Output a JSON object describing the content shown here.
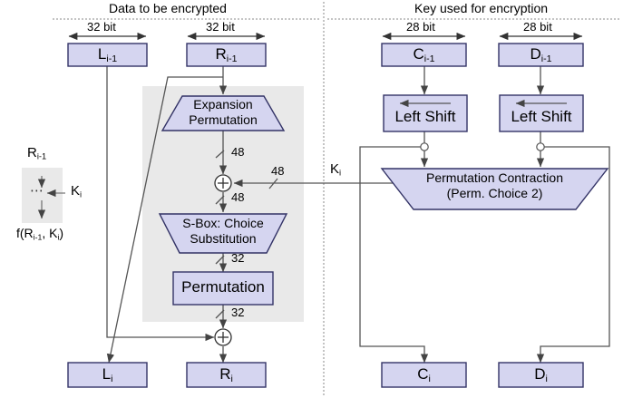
{
  "diagram": {
    "title": "DES single round (Feistel structure with key schedule)",
    "colors": {
      "box_fill": "#d5d5f0",
      "box_stroke": "#333366",
      "panel_fill": "#e9e9e9",
      "line": "#555555",
      "divider": "#777777",
      "text": "#000000"
    },
    "headers": {
      "left": "Data to be encrypted",
      "right": "Key used for encryption"
    },
    "width_labels": {
      "left_data": "32 bit",
      "right_data": "32 bit",
      "left_key": "28 bit",
      "right_key": "28 bit"
    },
    "registers_in": [
      {
        "name": "L-prev",
        "base": "L",
        "sub": "i-1"
      },
      {
        "name": "R-prev",
        "base": "R",
        "sub": "i-1"
      },
      {
        "name": "C-prev",
        "base": "C",
        "sub": "i-1"
      },
      {
        "name": "D-prev",
        "base": "D",
        "sub": "i-1"
      }
    ],
    "registers_out": [
      {
        "name": "L-out",
        "base": "L",
        "sub": "i"
      },
      {
        "name": "R-out",
        "base": "R",
        "sub": "i"
      },
      {
        "name": "C-out",
        "base": "C",
        "sub": "i"
      },
      {
        "name": "D-out",
        "base": "D",
        "sub": "i"
      }
    ],
    "blocks": {
      "expansion": {
        "line1": "Expansion",
        "line2": "Permutation",
        "shape": "trapezoid-down"
      },
      "sbox": {
        "line1": "S-Box: Choice",
        "line2": "Substitution",
        "shape": "trapezoid-up"
      },
      "permutation": {
        "line1": "Permutation",
        "shape": "rect"
      },
      "left_shift_1": {
        "line1": "Left Shift",
        "shape": "rect",
        "icon": "left-arrow-icon"
      },
      "left_shift_2": {
        "line1": "Left Shift",
        "shape": "rect",
        "icon": "left-arrow-icon"
      },
      "perm_contraction": {
        "line1": "Permutation Contraction",
        "line2": "(Perm. Choice 2)",
        "shape": "trapezoid-up"
      }
    },
    "wire_labels": {
      "expansion_out": "48",
      "key_in": "48",
      "xor_out": "48",
      "sbox_out": "32",
      "perm_out": "32",
      "subkey": {
        "base": "K",
        "sub": "i"
      }
    },
    "operators": {
      "xor_key": "+",
      "xor_feistel": "+"
    },
    "inset": {
      "input": {
        "base": "R",
        "sub": "i-1"
      },
      "key": {
        "base": "K",
        "sub": "i"
      },
      "body": "⋯",
      "output": "f(R i-1 , K i )",
      "output_parts": {
        "prefix": "f(R",
        "sub1": "i-1",
        "mid": ", K",
        "sub2": "i",
        "suffix": ")"
      }
    }
  }
}
